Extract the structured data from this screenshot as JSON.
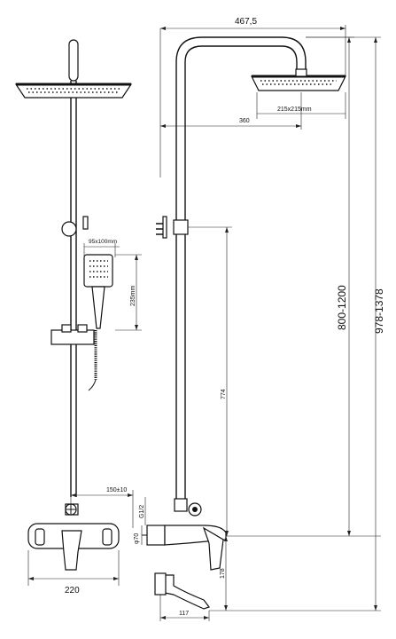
{
  "dimensions": {
    "overall_width": "467,5",
    "head_size": "215x215mm",
    "arm_reach": "360",
    "handshower_size": "95x100mm",
    "handshower_length": "235mm",
    "slide_height": "774",
    "height_adjust": "800-1200",
    "total_height": "978-1378",
    "center_distance": "150±10",
    "inlet_thread": "G1/2",
    "inlet_diameter": "φ70",
    "spout_height": "178",
    "spout_reach": "117",
    "body_width": "220"
  },
  "colors": {
    "line": "#111111",
    "background": "#ffffff"
  }
}
